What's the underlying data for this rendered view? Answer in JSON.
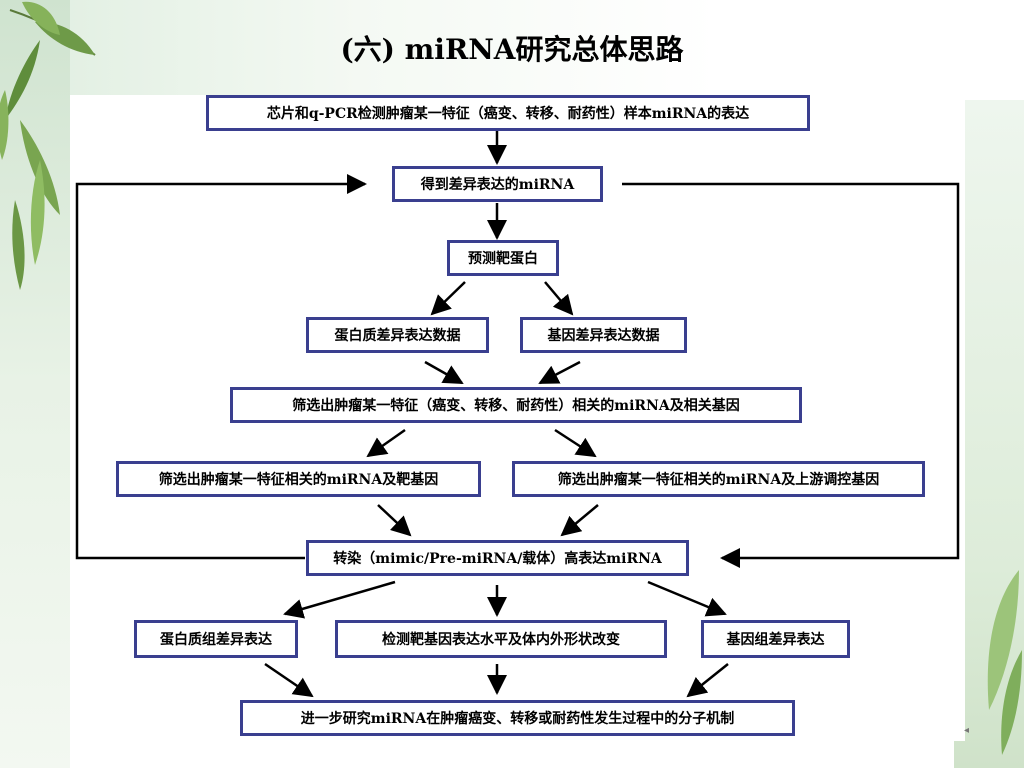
{
  "title": "(六)  miRNA研究总体思路",
  "nodes": {
    "n1": "芯片和q-PCR检测肿瘤某一特征（癌变、转移、耐药性）样本miRNA的表达",
    "n2": "得到差异表达的miRNA",
    "n3": "预测靶蛋白",
    "n4": "蛋白质差异表达数据",
    "n5": "基因差异表达数据",
    "n6": "筛选出肿瘤某一特征（癌变、转移、耐药性）相关的miRNA及相关基因",
    "n7": "筛选出肿瘤某一特征相关的miRNA及靶基因",
    "n8": "筛选出肿瘤某一特征相关的miRNA及上游调控基因",
    "n9": "转染（mimic/Pre-miRNA/载体）高表达miRNA",
    "n10": "蛋白质组差异表达",
    "n11": "检测靶基因表达水平及体内外形状改变",
    "n12": "基因组差异表达",
    "n13": "进一步研究miRNA在肿瘤癌变、转移或耐药性发生过程中的分子机制"
  },
  "colors": {
    "box_border": "#3a3f8f",
    "arrow": "#000000"
  }
}
